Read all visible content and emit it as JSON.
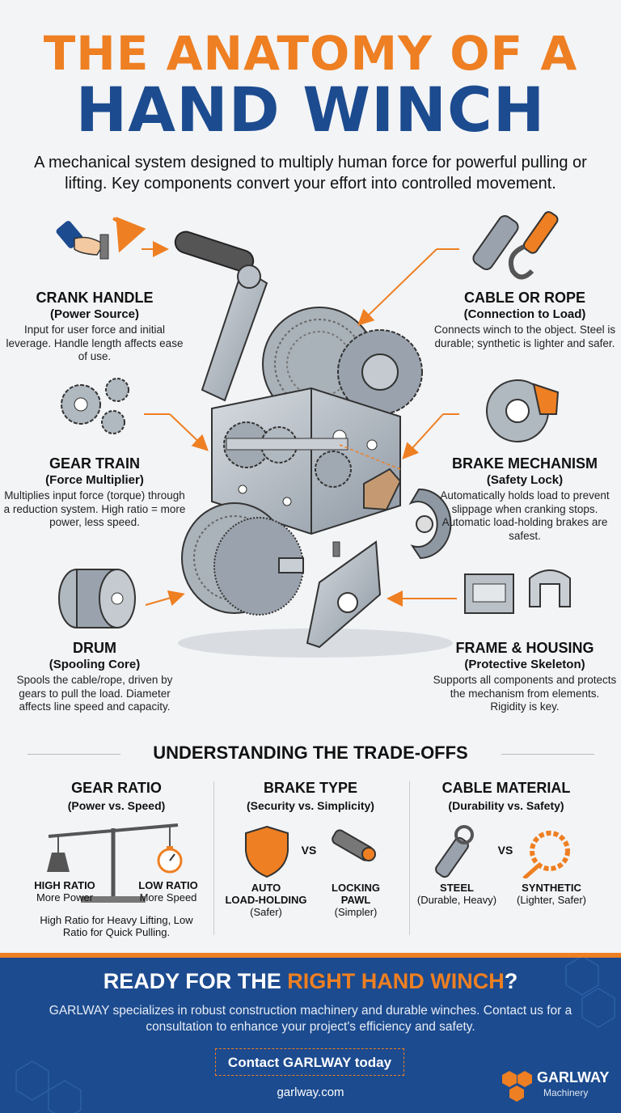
{
  "header": {
    "title_line1": "THE ANATOMY OF A",
    "title_line2": "HAND WINCH",
    "intro": "A mechanical system designed to multiply human force for powerful pulling or lifting. Key components convert your effort into controlled movement."
  },
  "components": {
    "crank": {
      "title": "CRANK HANDLE",
      "subtitle": "(Power Source)",
      "desc": "Input for user force and initial leverage. Handle length affects ease of use."
    },
    "gear": {
      "title": "GEAR TRAIN",
      "subtitle": "(Force Multiplier)",
      "desc": "Multiplies input force (torque) through a reduction system. High ratio = more power, less speed."
    },
    "drum": {
      "title": "DRUM",
      "subtitle": "(Spooling Core)",
      "desc": "Spools the cable/rope, driven by gears to pull the load. Diameter affects line speed and capacity."
    },
    "cable": {
      "title": "CABLE OR ROPE",
      "subtitle": "(Connection to Load)",
      "desc": "Connects winch to the object. Steel is durable; synthetic is lighter and safer."
    },
    "brake": {
      "title": "BRAKE MECHANISM",
      "subtitle": "(Safety Lock)",
      "desc": "Automatically holds load to prevent slippage when cranking stops. Automatic load-holding brakes are safest."
    },
    "frame": {
      "title": "FRAME & HOUSING",
      "subtitle": "(Protective Skeleton)",
      "desc": "Supports all components and protects the mechanism from elements. Rigidity is key."
    }
  },
  "tradeoffs": {
    "heading": "UNDERSTANDING THE TRADE-OFFS",
    "gear_ratio": {
      "title": "GEAR RATIO",
      "subtitle": "(Power vs. Speed)",
      "left_label": "HIGH RATIO",
      "left_sub": "More Power",
      "right_label": "LOW RATIO",
      "right_sub": "More Speed",
      "note": "High Ratio for Heavy Lifting, Low Ratio for Quick Pulling."
    },
    "brake_type": {
      "title": "BRAKE TYPE",
      "subtitle": "(Security vs. Simplicity)",
      "vs": "VS",
      "left_label1": "AUTO",
      "left_label2": "LOAD-HOLDING",
      "left_sub": "(Safer)",
      "right_label1": "LOCKING",
      "right_label2": "PAWL",
      "right_sub": "(Simpler)"
    },
    "cable_material": {
      "title": "CABLE MATERIAL",
      "subtitle": "(Durability vs. Safety)",
      "vs": "VS",
      "left_label": "STEEL",
      "left_sub": "(Durable, Heavy)",
      "right_label": "SYNTHETIC",
      "right_sub": "(Lighter, Safer)"
    }
  },
  "footer": {
    "cta_part1": "READY FOR THE ",
    "cta_accent": "RIGHT HAND WINCH",
    "cta_part2": "?",
    "text": "GARLWAY specializes in robust construction machinery and durable winches. Contact us for a consultation to enhance your project's efficiency and safety.",
    "button": "Contact GARLWAY today",
    "url": "garlway.com",
    "logo_name": "GARLWAY",
    "logo_sub": "Machinery"
  },
  "colors": {
    "orange": "#ee7f22",
    "navy": "#1c4b8f",
    "steel": "#9aa3ad"
  }
}
